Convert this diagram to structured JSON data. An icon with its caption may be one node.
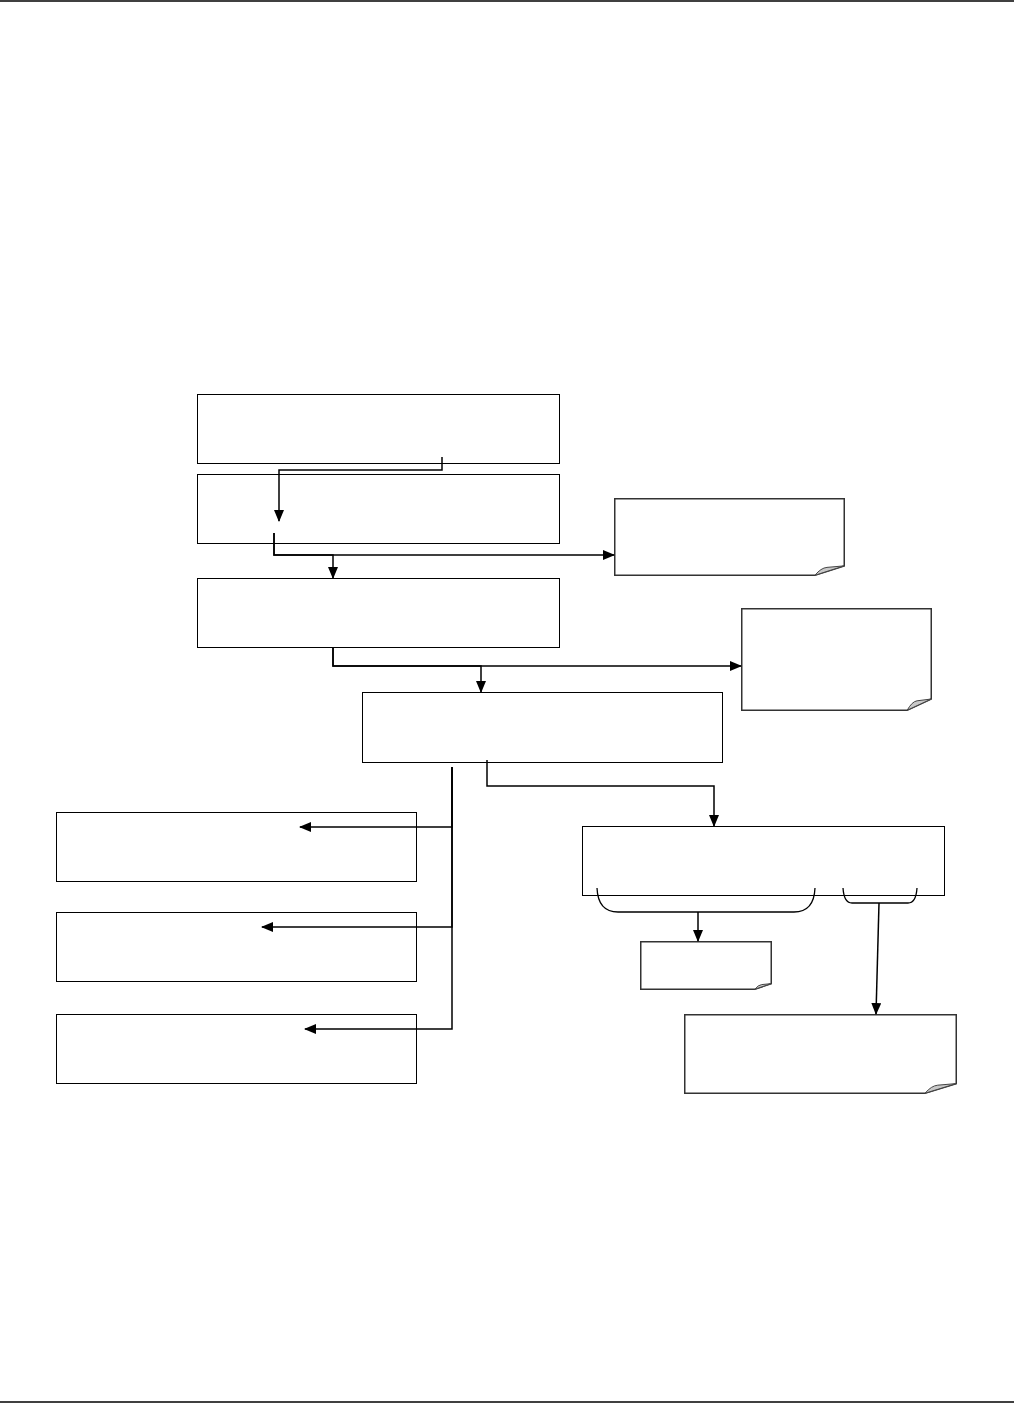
{
  "diagram": {
    "nodes": [
      {
        "text": [],
        "shape": "box"
      },
      {
        "text": [],
        "shape": "box"
      },
      {
        "text": [],
        "shape": "note"
      },
      {
        "text": [],
        "shape": "box"
      },
      {
        "text": [],
        "shape": "note"
      },
      {
        "text": [],
        "shape": "box"
      },
      {
        "text": [],
        "shape": "box"
      },
      {
        "text": [],
        "shape": "box"
      },
      {
        "text": [],
        "shape": "box"
      },
      {
        "text": [],
        "shape": "note"
      },
      {
        "text": [],
        "shape": "box"
      },
      {
        "text": [],
        "shape": "note"
      }
    ],
    "edges": [
      {
        "from": 0,
        "to": 1,
        "arrow": "to"
      },
      {
        "from": 1,
        "to": 2,
        "arrow": "to"
      },
      {
        "from": 1,
        "to": 3,
        "arrow": "to"
      },
      {
        "from": 3,
        "to": 4,
        "arrow": "to"
      },
      {
        "from": 3,
        "to": 5,
        "arrow": "to"
      },
      {
        "from": 5,
        "to": 6,
        "arrow": "to"
      },
      {
        "from": 5,
        "to": 8,
        "arrow": "to"
      },
      {
        "from": 5,
        "to": 10,
        "arrow": "to"
      },
      {
        "from": 5,
        "to": 7,
        "arrow": "to"
      },
      {
        "from": 7,
        "to": 9,
        "arrow": "to"
      },
      {
        "from": 7,
        "to": 11,
        "arrow": "to"
      }
    ]
  }
}
